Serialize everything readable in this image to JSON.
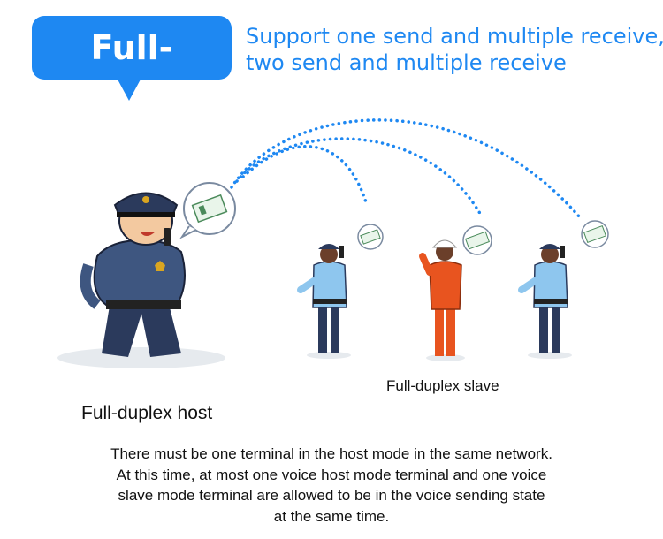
{
  "badge": {
    "label": "Full-duplex"
  },
  "headline": {
    "line1": "Support one send and multiple receive,",
    "line2": "two send and multiple receive"
  },
  "labels": {
    "slave": "Full-duplex slave",
    "host": "Full-duplex host"
  },
  "description": [
    "There must be one terminal in the host mode in the same network.",
    "At this time, at most one voice host mode terminal and one voice",
    "slave mode terminal are allowed to be in the voice sending state",
    "at the same time."
  ],
  "colors": {
    "accent": "#1e88f2",
    "uniform": "#2b3a5c",
    "shirt": "#8ec6ee",
    "worker": "#e8541f",
    "signal": "#1e88f2"
  }
}
